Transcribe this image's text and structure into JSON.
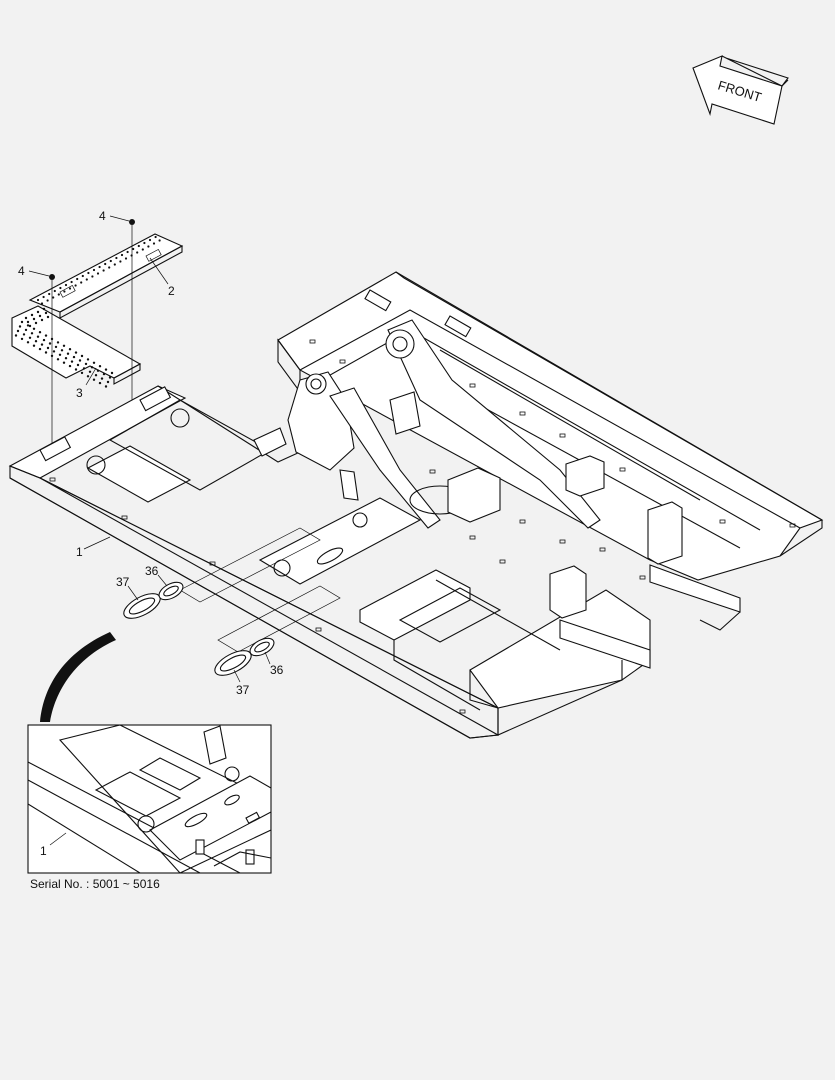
{
  "front_label": "FRONT",
  "serial_note": "Serial No. : 5001 ~ 5016",
  "callouts": [
    {
      "id": "c4a",
      "text": "4"
    },
    {
      "id": "c4b",
      "text": "4"
    },
    {
      "id": "c2",
      "text": "2"
    },
    {
      "id": "c3",
      "text": "3"
    },
    {
      "id": "c1",
      "text": "1"
    },
    {
      "id": "c37a",
      "text": "37"
    },
    {
      "id": "c36a",
      "text": "36"
    },
    {
      "id": "c36b",
      "text": "36"
    },
    {
      "id": "c37b",
      "text": "37"
    },
    {
      "id": "c1inset",
      "text": "1"
    }
  ]
}
